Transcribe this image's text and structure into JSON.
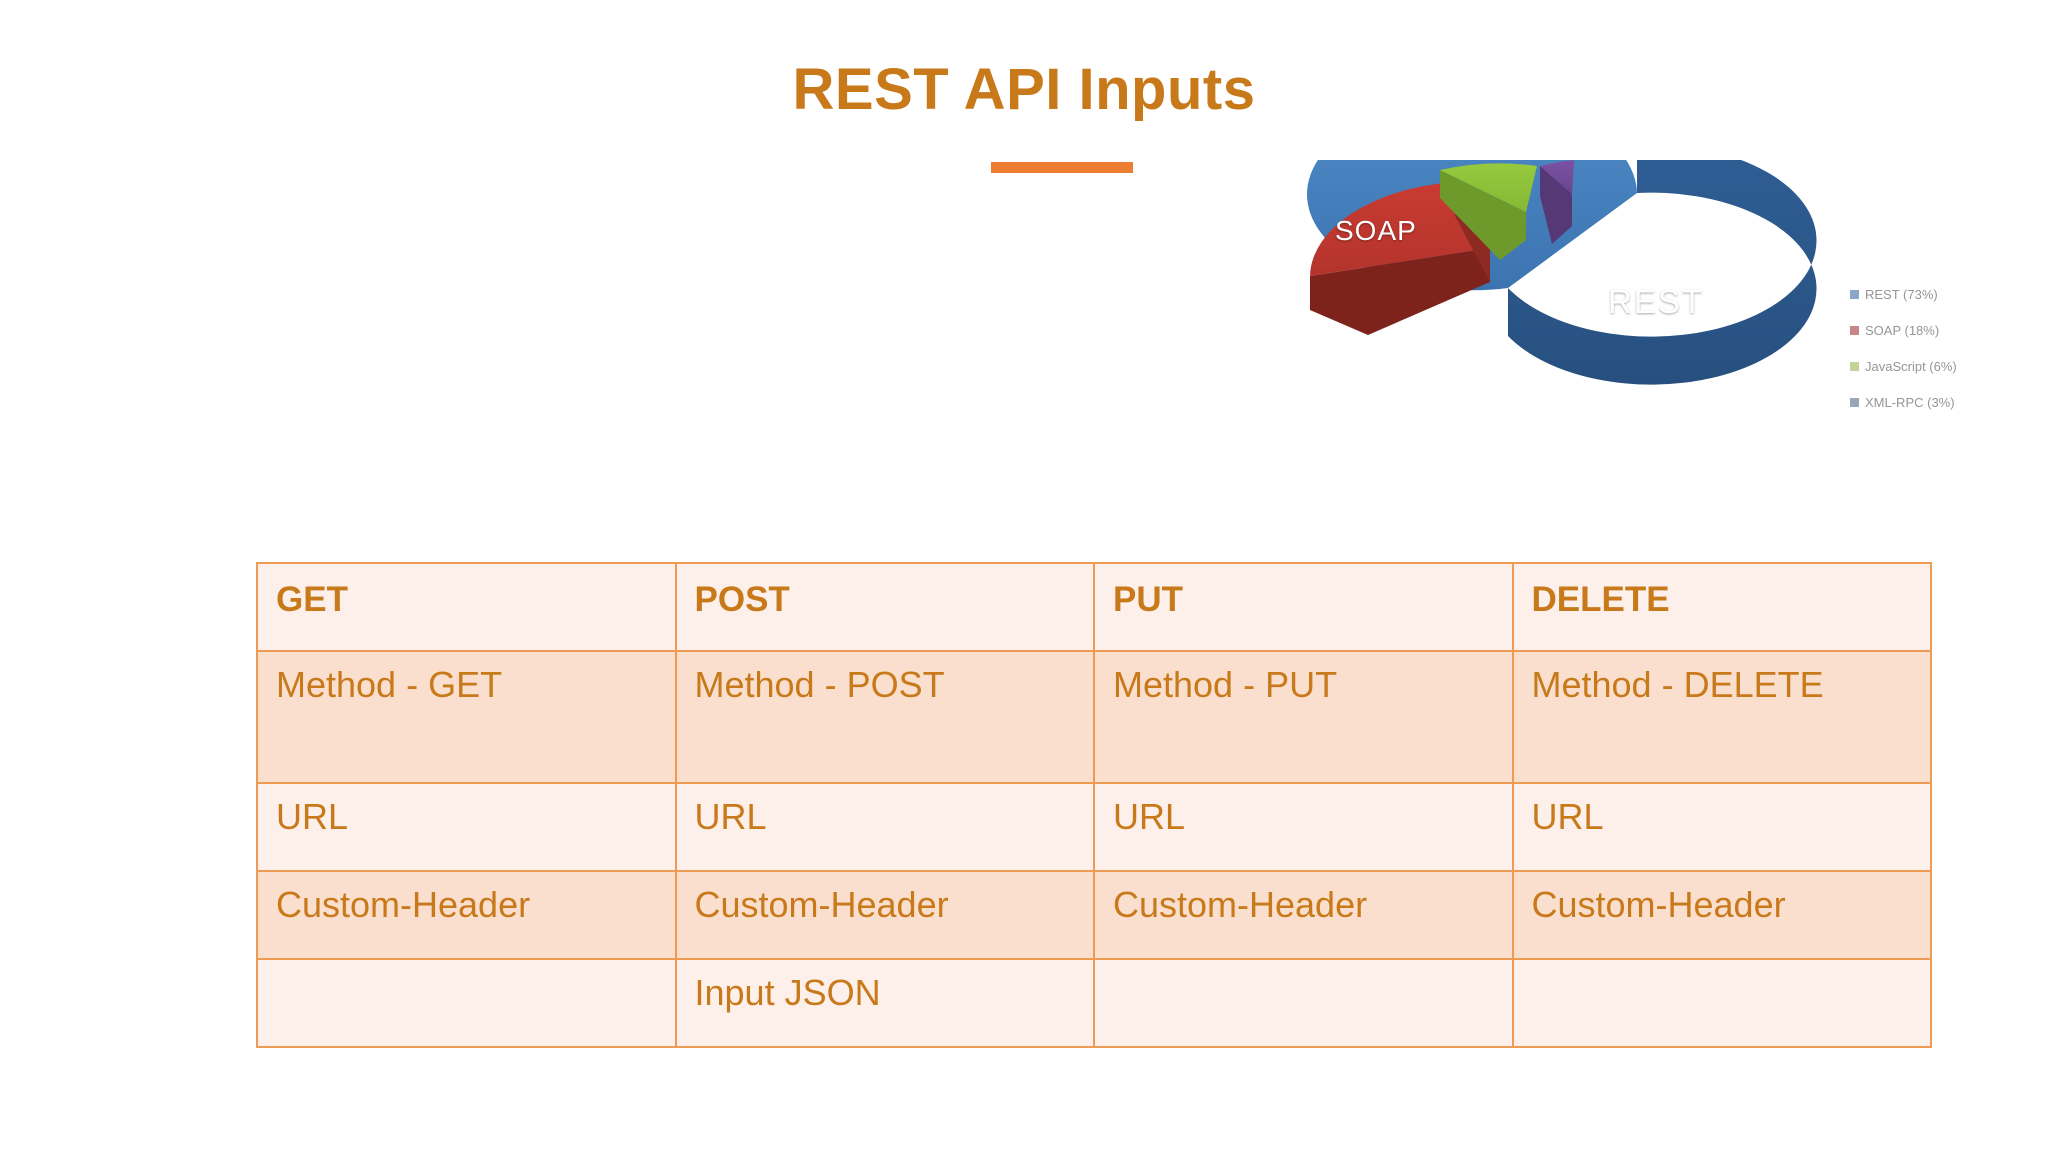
{
  "slide": {
    "title": "REST API Inputs",
    "accent_color": "#ED7D31",
    "title_color": "#C8791A"
  },
  "chart_data": {
    "type": "pie",
    "title": "",
    "exploded": true,
    "three_d": true,
    "legend_position": "right",
    "categories": [
      "REST",
      "SOAP",
      "JavaScript",
      "XML-RPC"
    ],
    "values": [
      73,
      18,
      6,
      3
    ],
    "unit": "%",
    "colors": [
      "#3E78B8",
      "#C0392B",
      "#8CBF3F",
      "#7B52A3"
    ],
    "legend": [
      {
        "label": "REST (73%)",
        "color": "#4472A8",
        "value": 73
      },
      {
        "label": "SOAP (18%)",
        "color": "#A83C3C",
        "value": 18
      },
      {
        "label": "JavaScript (6%)",
        "color": "#9BBB59",
        "value": 6
      },
      {
        "label": "XML-RPC (3%)",
        "color": "#5B6E8C",
        "value": 3
      }
    ],
    "slice_labels": [
      {
        "name": "REST",
        "text": "REST"
      },
      {
        "name": "SOAP",
        "text": "SOAP"
      }
    ]
  },
  "table": {
    "headers": [
      "GET",
      "POST",
      "PUT",
      "DELETE"
    ],
    "rows": [
      {
        "shaded": true,
        "cells": [
          "Method - GET",
          "Method - POST",
          "Method - PUT",
          "Method - DELETE"
        ]
      },
      {
        "shaded": false,
        "cells": [
          "URL",
          "URL",
          "URL",
          "URL"
        ]
      },
      {
        "shaded": true,
        "cells": [
          "Custom-Header",
          "Custom-Header",
          "Custom-Header",
          "Custom-Header"
        ]
      },
      {
        "shaded": false,
        "cells": [
          "",
          "Input JSON",
          "",
          ""
        ]
      }
    ],
    "border_color": "#ED9B54",
    "shaded_bg": "#FADFCE",
    "plain_bg": "#FDEFE9",
    "text_color": "#C8791A"
  }
}
